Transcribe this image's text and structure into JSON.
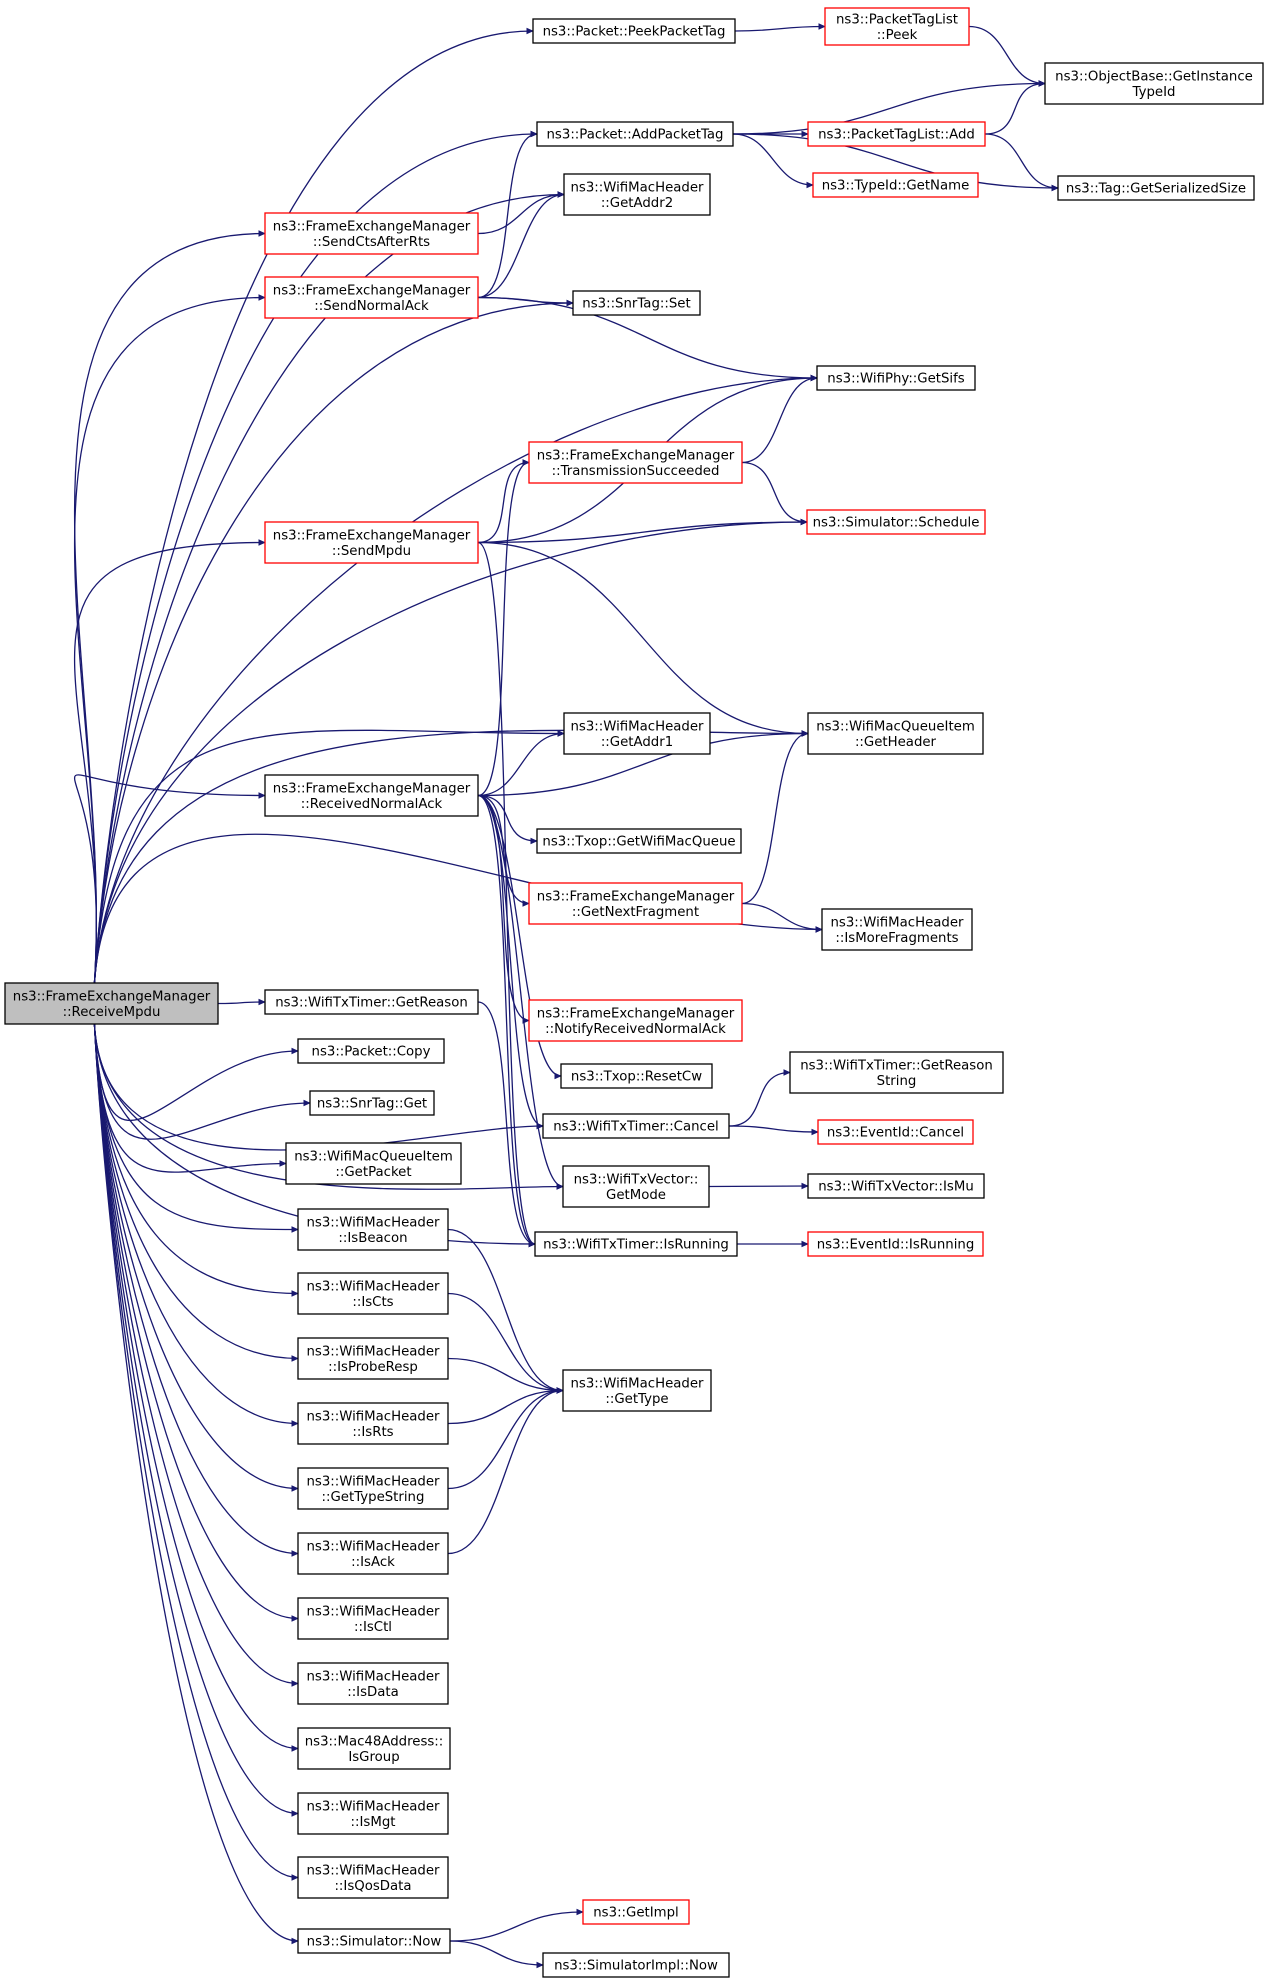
{
  "nodes": [
    {
      "id": "root",
      "lines": [
        "ns3::FrameExchangeManager",
        "::ReceiveMpdu"
      ],
      "kind": "root"
    },
    {
      "id": "peekPacketTag",
      "lines": [
        "ns3::Packet::PeekPacketTag"
      ],
      "kind": "normal"
    },
    {
      "id": "ptlPeek",
      "lines": [
        "ns3::PacketTagList",
        "::Peek"
      ],
      "kind": "red"
    },
    {
      "id": "objGetInstance",
      "lines": [
        "ns3::ObjectBase::GetInstance",
        "TypeId"
      ],
      "kind": "normal"
    },
    {
      "id": "addPacketTag",
      "lines": [
        "ns3::Packet::AddPacketTag"
      ],
      "kind": "normal"
    },
    {
      "id": "ptlAdd",
      "lines": [
        "ns3::PacketTagList::Add"
      ],
      "kind": "red"
    },
    {
      "id": "typeIdGetName",
      "lines": [
        "ns3::TypeId::GetName"
      ],
      "kind": "red"
    },
    {
      "id": "tagGetSerSize",
      "lines": [
        "ns3::Tag::GetSerializedSize"
      ],
      "kind": "normal"
    },
    {
      "id": "getAddr2",
      "lines": [
        "ns3::WifiMacHeader",
        "::GetAddr2"
      ],
      "kind": "normal"
    },
    {
      "id": "sendCts",
      "lines": [
        "ns3::FrameExchangeManager",
        "::SendCtsAfterRts"
      ],
      "kind": "red"
    },
    {
      "id": "sendNormalAck",
      "lines": [
        "ns3::FrameExchangeManager",
        "::SendNormalAck"
      ],
      "kind": "red"
    },
    {
      "id": "snrTagSet",
      "lines": [
        "ns3::SnrTag::Set"
      ],
      "kind": "normal"
    },
    {
      "id": "getSifs",
      "lines": [
        "ns3::WifiPhy::GetSifs"
      ],
      "kind": "normal"
    },
    {
      "id": "txSucceeded",
      "lines": [
        "ns3::FrameExchangeManager",
        "::TransmissionSucceeded"
      ],
      "kind": "red"
    },
    {
      "id": "sendMpdu",
      "lines": [
        "ns3::FrameExchangeManager",
        "::SendMpdu"
      ],
      "kind": "red"
    },
    {
      "id": "schedule",
      "lines": [
        "ns3::Simulator::Schedule"
      ],
      "kind": "red"
    },
    {
      "id": "getAddr1",
      "lines": [
        "ns3::WifiMacHeader",
        "::GetAddr1"
      ],
      "kind": "normal"
    },
    {
      "id": "qiGetHeader",
      "lines": [
        "ns3::WifiMacQueueItem",
        "::GetHeader"
      ],
      "kind": "normal"
    },
    {
      "id": "recvNormalAck",
      "lines": [
        "ns3::FrameExchangeManager",
        "::ReceivedNormalAck"
      ],
      "kind": "normal"
    },
    {
      "id": "getWifiMacQueue",
      "lines": [
        "ns3::Txop::GetWifiMacQueue"
      ],
      "kind": "normal"
    },
    {
      "id": "getNextFragment",
      "lines": [
        "ns3::FrameExchangeManager",
        "::GetNextFragment"
      ],
      "kind": "red"
    },
    {
      "id": "isMoreFragments",
      "lines": [
        "ns3::WifiMacHeader",
        "::IsMoreFragments"
      ],
      "kind": "normal"
    },
    {
      "id": "timerGetReason",
      "lines": [
        "ns3::WifiTxTimer::GetReason"
      ],
      "kind": "normal"
    },
    {
      "id": "notifyRecvAck",
      "lines": [
        "ns3::FrameExchangeManager",
        "::NotifyReceivedNormalAck"
      ],
      "kind": "red"
    },
    {
      "id": "packetCopy",
      "lines": [
        "ns3::Packet::Copy"
      ],
      "kind": "normal"
    },
    {
      "id": "resetCw",
      "lines": [
        "ns3::Txop::ResetCw"
      ],
      "kind": "normal"
    },
    {
      "id": "getReasonString",
      "lines": [
        "ns3::WifiTxTimer::GetReason",
        "String"
      ],
      "kind": "normal"
    },
    {
      "id": "snrTagGet",
      "lines": [
        "ns3::SnrTag::Get"
      ],
      "kind": "normal"
    },
    {
      "id": "timerCancel",
      "lines": [
        "ns3::WifiTxTimer::Cancel"
      ],
      "kind": "normal"
    },
    {
      "id": "eventCancel",
      "lines": [
        "ns3::EventId::Cancel"
      ],
      "kind": "red"
    },
    {
      "id": "qiGetPacket",
      "lines": [
        "ns3::WifiMacQueueItem",
        "::GetPacket"
      ],
      "kind": "normal"
    },
    {
      "id": "txvGetMode",
      "lines": [
        "ns3::WifiTxVector::",
        "GetMode"
      ],
      "kind": "normal"
    },
    {
      "id": "txvIsMu",
      "lines": [
        "ns3::WifiTxVector::IsMu"
      ],
      "kind": "normal"
    },
    {
      "id": "isBeacon",
      "lines": [
        "ns3::WifiMacHeader",
        "::IsBeacon"
      ],
      "kind": "normal"
    },
    {
      "id": "timerIsRunning",
      "lines": [
        "ns3::WifiTxTimer::IsRunning"
      ],
      "kind": "normal"
    },
    {
      "id": "eventIsRunning",
      "lines": [
        "ns3::EventId::IsRunning"
      ],
      "kind": "red"
    },
    {
      "id": "isCts",
      "lines": [
        "ns3::WifiMacHeader",
        "::IsCts"
      ],
      "kind": "normal"
    },
    {
      "id": "isProbeResp",
      "lines": [
        "ns3::WifiMacHeader",
        "::IsProbeResp"
      ],
      "kind": "normal"
    },
    {
      "id": "getType",
      "lines": [
        "ns3::WifiMacHeader",
        "::GetType"
      ],
      "kind": "normal"
    },
    {
      "id": "isRts",
      "lines": [
        "ns3::WifiMacHeader",
        "::IsRts"
      ],
      "kind": "normal"
    },
    {
      "id": "getTypeString",
      "lines": [
        "ns3::WifiMacHeader",
        "::GetTypeString"
      ],
      "kind": "normal"
    },
    {
      "id": "isAck",
      "lines": [
        "ns3::WifiMacHeader",
        "::IsAck"
      ],
      "kind": "normal"
    },
    {
      "id": "isCtl",
      "lines": [
        "ns3::WifiMacHeader",
        "::IsCtl"
      ],
      "kind": "normal"
    },
    {
      "id": "isData",
      "lines": [
        "ns3::WifiMacHeader",
        "::IsData"
      ],
      "kind": "normal"
    },
    {
      "id": "isGroup",
      "lines": [
        "ns3::Mac48Address::",
        "IsGroup"
      ],
      "kind": "normal"
    },
    {
      "id": "isMgt",
      "lines": [
        "ns3::WifiMacHeader",
        "::IsMgt"
      ],
      "kind": "normal"
    },
    {
      "id": "isQosData",
      "lines": [
        "ns3::WifiMacHeader",
        "::IsQosData"
      ],
      "kind": "normal"
    },
    {
      "id": "simNow",
      "lines": [
        "ns3::Simulator::Now"
      ],
      "kind": "normal"
    },
    {
      "id": "getImpl",
      "lines": [
        "ns3::GetImpl"
      ],
      "kind": "red"
    },
    {
      "id": "implNow",
      "lines": [
        "ns3::SimulatorImpl::Now"
      ],
      "kind": "normal"
    }
  ],
  "edges": [
    [
      "root",
      "peekPacketTag"
    ],
    [
      "root",
      "addPacketTag"
    ],
    [
      "root",
      "getAddr2"
    ],
    [
      "root",
      "sendCts"
    ],
    [
      "root",
      "sendNormalAck"
    ],
    [
      "root",
      "snrTagSet"
    ],
    [
      "root",
      "getSifs"
    ],
    [
      "root",
      "sendMpdu"
    ],
    [
      "root",
      "schedule"
    ],
    [
      "root",
      "getAddr1"
    ],
    [
      "root",
      "qiGetHeader"
    ],
    [
      "root",
      "recvNormalAck"
    ],
    [
      "root",
      "isMoreFragments"
    ],
    [
      "root",
      "timerGetReason"
    ],
    [
      "root",
      "packetCopy"
    ],
    [
      "root",
      "snrTagGet"
    ],
    [
      "root",
      "timerCancel"
    ],
    [
      "root",
      "qiGetPacket"
    ],
    [
      "root",
      "txvGetMode"
    ],
    [
      "root",
      "isBeacon"
    ],
    [
      "root",
      "timerIsRunning"
    ],
    [
      "root",
      "isCts"
    ],
    [
      "root",
      "isProbeResp"
    ],
    [
      "root",
      "isRts"
    ],
    [
      "root",
      "getTypeString"
    ],
    [
      "root",
      "isAck"
    ],
    [
      "root",
      "isCtl"
    ],
    [
      "root",
      "isData"
    ],
    [
      "root",
      "isGroup"
    ],
    [
      "root",
      "isMgt"
    ],
    [
      "root",
      "isQosData"
    ],
    [
      "root",
      "simNow"
    ],
    [
      "peekPacketTag",
      "ptlPeek"
    ],
    [
      "ptlPeek",
      "objGetInstance"
    ],
    [
      "addPacketTag",
      "objGetInstance"
    ],
    [
      "addPacketTag",
      "ptlAdd"
    ],
    [
      "addPacketTag",
      "typeIdGetName"
    ],
    [
      "addPacketTag",
      "tagGetSerSize"
    ],
    [
      "ptlAdd",
      "objGetInstance"
    ],
    [
      "ptlAdd",
      "tagGetSerSize"
    ],
    [
      "sendCts",
      "getAddr2"
    ],
    [
      "sendNormalAck",
      "addPacketTag"
    ],
    [
      "sendNormalAck",
      "getAddr2"
    ],
    [
      "sendNormalAck",
      "snrTagSet"
    ],
    [
      "sendNormalAck",
      "getSifs"
    ],
    [
      "sendMpdu",
      "getSifs"
    ],
    [
      "sendMpdu",
      "txSucceeded"
    ],
    [
      "sendMpdu",
      "schedule"
    ],
    [
      "sendMpdu",
      "qiGetHeader"
    ],
    [
      "sendMpdu",
      "timerIsRunning"
    ],
    [
      "txSucceeded",
      "getSifs"
    ],
    [
      "txSucceeded",
      "schedule"
    ],
    [
      "recvNormalAck",
      "getAddr1"
    ],
    [
      "recvNormalAck",
      "qiGetHeader"
    ],
    [
      "recvNormalAck",
      "txSucceeded"
    ],
    [
      "recvNormalAck",
      "getWifiMacQueue"
    ],
    [
      "recvNormalAck",
      "getNextFragment"
    ],
    [
      "recvNormalAck",
      "notifyRecvAck"
    ],
    [
      "recvNormalAck",
      "resetCw"
    ],
    [
      "recvNormalAck",
      "timerCancel"
    ],
    [
      "recvNormalAck",
      "txvGetMode"
    ],
    [
      "recvNormalAck",
      "timerIsRunning"
    ],
    [
      "getNextFragment",
      "qiGetHeader"
    ],
    [
      "getNextFragment",
      "isMoreFragments"
    ],
    [
      "timerGetReason",
      "timerIsRunning"
    ],
    [
      "timerCancel",
      "getReasonString"
    ],
    [
      "timerCancel",
      "eventCancel"
    ],
    [
      "txvGetMode",
      "txvIsMu"
    ],
    [
      "timerIsRunning",
      "eventIsRunning"
    ],
    [
      "isBeacon",
      "getType"
    ],
    [
      "isCts",
      "getType"
    ],
    [
      "isProbeResp",
      "getType"
    ],
    [
      "isRts",
      "getType"
    ],
    [
      "getTypeString",
      "getType"
    ],
    [
      "isAck",
      "getType"
    ],
    [
      "simNow",
      "getImpl"
    ],
    [
      "simNow",
      "implNow"
    ]
  ]
}
